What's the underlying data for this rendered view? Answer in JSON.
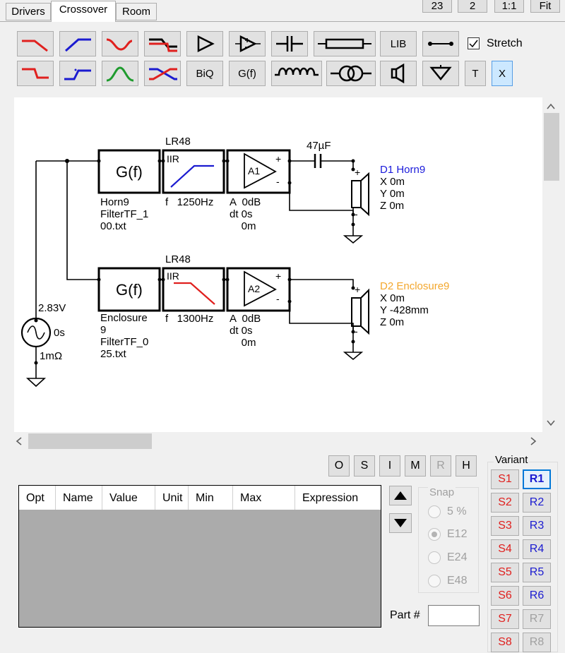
{
  "tabs": [
    {
      "label": "Drivers"
    },
    {
      "label": "Crossover"
    },
    {
      "label": "Room"
    }
  ],
  "top_buttons": {
    "b1": "23",
    "b2": "2",
    "b3": "1:1",
    "b4": "Fit"
  },
  "toolbar": {
    "lib": "LIB",
    "stretch_label": "Stretch",
    "stretch_checked": true,
    "biq": "BiQ",
    "gf": "G(f)",
    "t": "T",
    "x": "X"
  },
  "schematic": {
    "source": {
      "voltage": "2.83V",
      "delay": "0s",
      "resistance": "1mΩ"
    },
    "branch1": {
      "gf_label": "G(f)",
      "gf_caption": "Horn9\nFilterTF_1\n00.txt",
      "filter_type": "LR48",
      "filter_kind": "IIR",
      "filter_freq": "f   1250Hz",
      "amp_name": "A1",
      "amp_caption": "A  0dB\ndt 0s\n    0m",
      "capacitor": "47µF",
      "driver_name": "D1 Horn9",
      "driver_pos": "X 0m\nY 0m\nZ 0m"
    },
    "branch2": {
      "gf_label": "G(f)",
      "gf_caption": "Enclosure\n9\nFilterTF_0\n25.txt",
      "filter_type": "LR48",
      "filter_kind": "IIR",
      "filter_freq": "f   1300Hz",
      "amp_name": "A2",
      "amp_caption": "A  0dB\ndt 0s\n    0m",
      "driver_name": "D2 Enclosure9",
      "driver_pos": "X 0m\nY -428mm\nZ 0m"
    }
  },
  "mode_buttons": [
    "O",
    "S",
    "I",
    "M",
    "R",
    "H"
  ],
  "table": {
    "columns": [
      "Opt",
      "Name",
      "Value",
      "Unit",
      "Min",
      "Max",
      "Expression"
    ]
  },
  "snap": {
    "label": "Snap",
    "options": [
      "5 %",
      "E12",
      "E24",
      "E48"
    ],
    "selected": "E12"
  },
  "part_label": "Part #",
  "part_value": "",
  "variant": {
    "label": "Variant",
    "s": [
      "S1",
      "S2",
      "S3",
      "S4",
      "S5",
      "S6",
      "S7",
      "S8"
    ],
    "r": [
      "R1",
      "R2",
      "R3",
      "R4",
      "R5",
      "R6",
      "R7",
      "R8"
    ],
    "active": "R1"
  },
  "colors": {
    "red": "#e0201e",
    "blue": "#1b1bd0",
    "green": "#1f9b2e",
    "orange": "#f3a72d",
    "selected": "#cce8ff"
  }
}
